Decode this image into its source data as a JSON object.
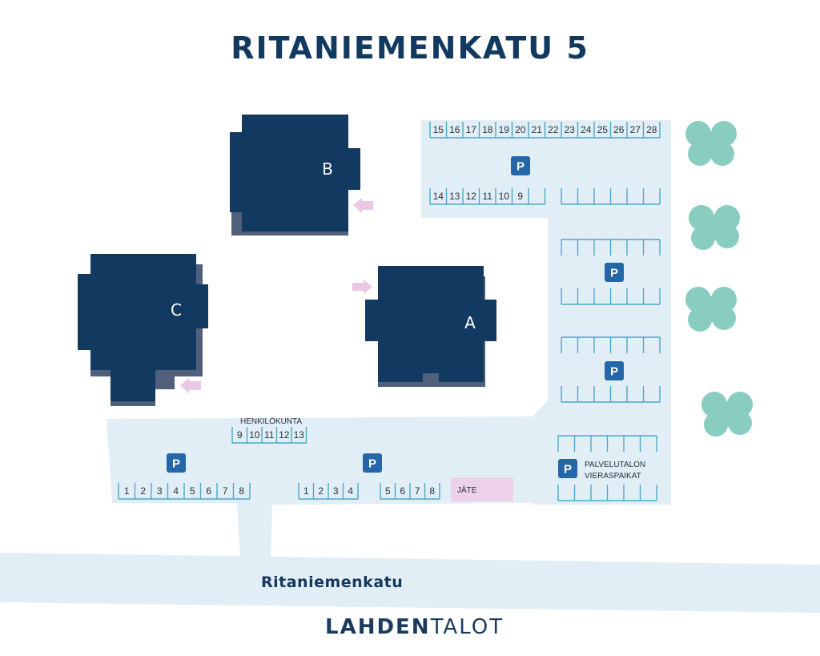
{
  "title": "RITANIEMENKATU 5",
  "street_name": "Ritaniemenkatu",
  "logo": {
    "bold": "LAHDEN",
    "light": "TALOT"
  },
  "buildings": {
    "a": "A",
    "b": "B",
    "c": "C"
  },
  "parking_symbol": "P",
  "labels": {
    "staff": "HENKILÖKUNTA",
    "waste": "JÄTE",
    "guest_line1": "PALVELUTALON",
    "guest_line2": "VIERASPAIKAT"
  },
  "spots": {
    "top_row": [
      "15",
      "16",
      "17",
      "18",
      "19",
      "20",
      "21",
      "22",
      "23",
      "24",
      "25",
      "26",
      "27",
      "28"
    ],
    "second_row": [
      "14",
      "13",
      "12",
      "11",
      "10",
      "9"
    ],
    "staff_row": [
      "9",
      "10",
      "11",
      "12",
      "13"
    ],
    "bottom_left": [
      "1",
      "2",
      "3",
      "4",
      "5",
      "6",
      "7",
      "8"
    ],
    "bottom_mid_a": [
      "1",
      "2",
      "3",
      "4"
    ],
    "bottom_mid_b": [
      "5",
      "6",
      "7",
      "8"
    ]
  },
  "colors": {
    "building": "#12395f",
    "building_shadow": "#4f5f7c",
    "pavement": "#e2eef6",
    "line": "#4aa8c9",
    "parking_badge": "#2466a8",
    "arrow": "#eac7e4",
    "tree": "#89cdc0",
    "waste_box": "#ecd1e8"
  }
}
